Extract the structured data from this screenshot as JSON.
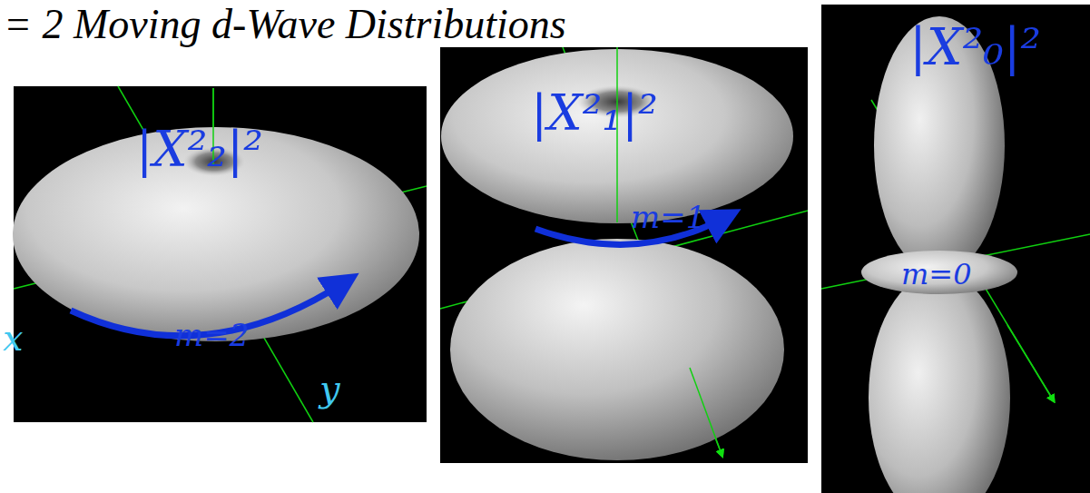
{
  "diagram": {
    "title": "= 2 Moving d-Wave Distributions",
    "labels": [
      "|X²₂|²",
      "m=2",
      "x",
      "y",
      "|X²₁|²",
      "m=1",
      "|X²₀|²",
      "m=0"
    ]
  }
}
